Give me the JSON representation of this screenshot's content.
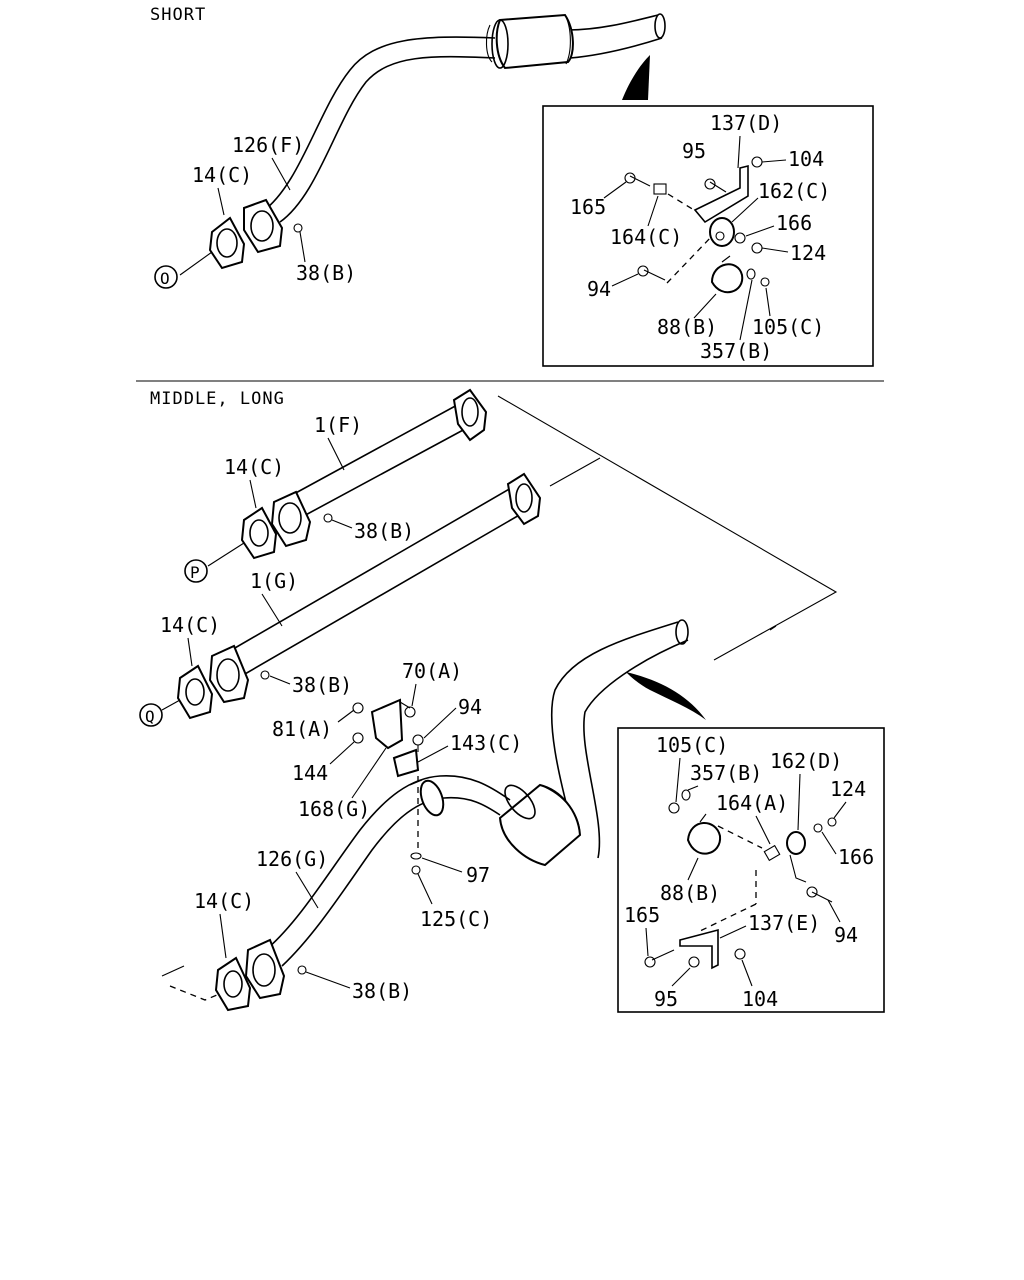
{
  "sections": {
    "short": "SHORT",
    "middle_long": "MIDDLE, LONG"
  },
  "markers": {
    "o": "O",
    "p": "P",
    "q": "Q"
  },
  "short": {
    "labels": {
      "pipe": "126(F)",
      "gasket": "14(C)",
      "nut": "38(B)"
    },
    "detail": {
      "bracket": "137(D)",
      "bolt_95": "95",
      "nut_104": "104",
      "bolt_165": "165",
      "mount": "162(C)",
      "washer_166": "166",
      "collar": "164(C)",
      "nut_124": "124",
      "bolt_94": "94",
      "clamp": "88(B)",
      "nut_105": "105(C)",
      "washer_357": "357(B)"
    }
  },
  "middle": {
    "labels": {
      "pipe_f": "1(F)",
      "gasket_top": "14(C)",
      "nut_top": "38(B)",
      "pipe_g": "1(G)",
      "gasket_mid": "14(C)",
      "nut_mid": "38(B)",
      "bolt_70": "70(A)",
      "bolt_94": "94",
      "nut_81": "81(A)",
      "hanger_143": "143(C)",
      "nut_144": "144",
      "bracket_168": "168(G)",
      "pipe_126": "126(G)",
      "washer_97": "97",
      "nut_125": "125(C)",
      "gasket_low": "14(C)",
      "nut_low": "38(B)"
    },
    "detail": {
      "nut_105": "105(C)",
      "washer_357": "357(B)",
      "mount": "162(D)",
      "nut_124": "124",
      "collar": "164(A)",
      "washer_166": "166",
      "clamp": "88(B)",
      "bolt_165": "165",
      "bracket": "137(E)",
      "bolt_94": "94",
      "bolt_95": "95",
      "nut_104": "104"
    }
  }
}
